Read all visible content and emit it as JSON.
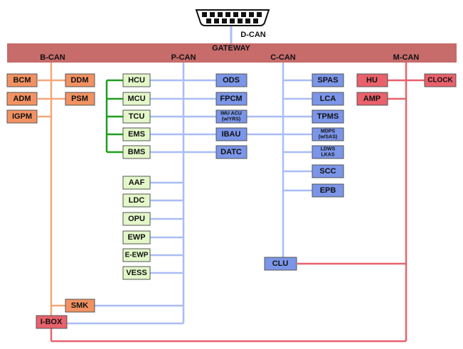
{
  "gateway": {
    "label": "GATEWAY"
  },
  "dcan": {
    "label": "D-CAN"
  },
  "buses": {
    "bcan": "B-CAN",
    "pcan": "P-CAN",
    "ccan": "C-CAN",
    "mcan": "M-CAN"
  },
  "nodes": {
    "bcm": "BCM",
    "adm": "ADM",
    "igpm": "IGPM",
    "ddm": "DDM",
    "psm": "PSM",
    "hcu": "HCU",
    "mcu": "MCU",
    "tcu": "TCU",
    "ems": "EMS",
    "bms": "BMS",
    "aaf": "AAF",
    "ldc": "LDC",
    "opu": "OPU",
    "ewp": "EWP",
    "eewp": "E-EWP",
    "vess": "VESS",
    "ods": "ODS",
    "fpcm": "FPCM",
    "imu_acu": [
      "IMU ACU",
      "(w/YRS)"
    ],
    "ibau": "IBAU",
    "datc": "DATC",
    "spas": "SPAS",
    "lca": "LCA",
    "tpms": "TPMS",
    "mdps": [
      "MDPS",
      "(w/SAS)"
    ],
    "ldws": [
      "LDWS",
      "LKAS"
    ],
    "scc": "SCC",
    "epb": "EPB",
    "clu": "CLU",
    "hu": "HU",
    "clock": "CLOCK",
    "amp": "AMP",
    "smk": "SMK",
    "ibox": "I-BOX"
  },
  "colors": {
    "gateway": "#c76b6b",
    "bcan": "#f4a77a",
    "pcan": "#a9bdf5",
    "ccan": "#a9bdf5",
    "mcan": "#e8616b",
    "green": "#1e9e1e",
    "orange_fill": "#f29262",
    "green_fill": "#e3f7c9",
    "blue_fill": "#7b95e8",
    "red_fill": "#e8616b"
  }
}
